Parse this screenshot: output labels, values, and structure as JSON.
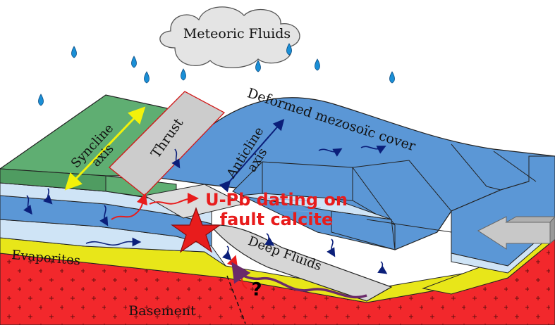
{
  "labels": {
    "cloud": "Meteoric Fluids",
    "syncline_line1": "Syncline",
    "syncline_line2": "axis",
    "thrust": "Thrust",
    "cover": "Deformed mezosoïc cover",
    "anticline_line1": "Anticline",
    "anticline_line2": "axis",
    "dating_line1": "U-Pb dating on",
    "dating_line2": "fault calcite",
    "deep_fluids": "Deep Fluids",
    "evaporites": "Evaporites",
    "basement": "Basement",
    "question": "?"
  },
  "colors": {
    "syncline_green": "#5fae72",
    "cover_blue": "#5b97d6",
    "cover_light": "#cfe4f6",
    "evaporite_yellow": "#e8e619",
    "basement_red": "#f2282c",
    "thrust_grey": "#cccccc",
    "cloud_grey": "#e4e4e4",
    "rain_blue": "#1a8fd6",
    "star_red": "#e81c1c",
    "deep_fluid_purple": "#6a2a6a",
    "axis_yellow": "#f2f20a",
    "axis_navy": "#0b1f7a"
  }
}
